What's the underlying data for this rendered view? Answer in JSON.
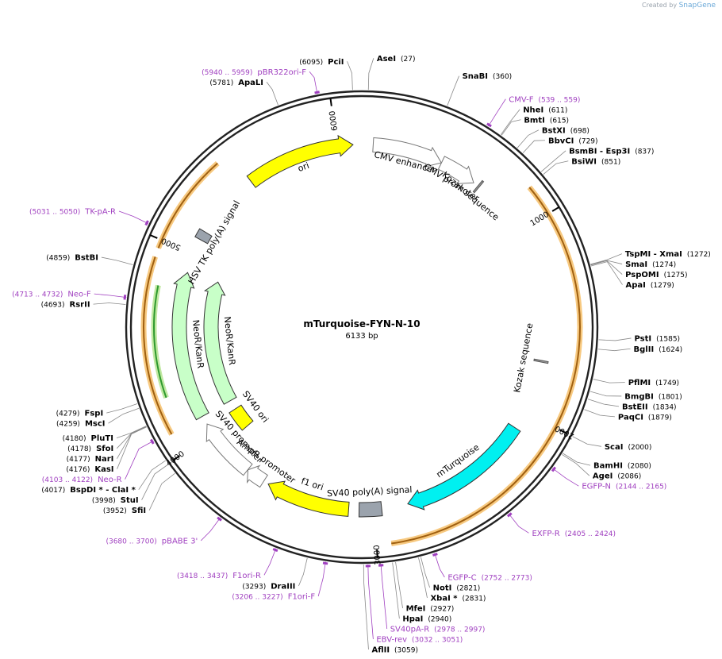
{
  "credit": {
    "prefix": "Created by",
    "brand": "SnapGene"
  },
  "plasmid": {
    "name": "mTurquoise-FYN-N-10",
    "size_label": "6133 bp",
    "length": 6133
  },
  "ticks": [
    {
      "pos": 1000,
      "label": "1000"
    },
    {
      "pos": 2000,
      "label": "2000"
    },
    {
      "pos": 3000,
      "label": "3000"
    },
    {
      "pos": 4000,
      "label": "4000"
    },
    {
      "pos": 5000,
      "label": "5000"
    },
    {
      "pos": 6000,
      "label": "6000"
    }
  ],
  "features": [
    {
      "name": "CMV enhancer",
      "label": "CMV enhancer",
      "start": 61,
      "end": 440,
      "ring": "inner",
      "color": "#ffffff",
      "stroke": "#777777",
      "arrow": true
    },
    {
      "name": "CMV promoter",
      "label": "CMV promoter",
      "start": 441,
      "end": 644,
      "ring": "inner",
      "color": "#ffffff",
      "stroke": "#777777",
      "arrow": true
    },
    {
      "name": "Kozak sequence top",
      "label": "Kozak sequence",
      "start": 672,
      "end": 681,
      "ring": "inner",
      "color": "#999999",
      "stroke": "#555555",
      "arrow": false
    },
    {
      "name": "Kozak sequence mid",
      "label": "Kozak sequence",
      "start": 1712,
      "end": 1721,
      "ring": "inner",
      "color": "#999999",
      "stroke": "#555555",
      "arrow": false
    },
    {
      "name": "mTurquoise",
      "label": "mTurquoise",
      "start": 2100,
      "end": 2818,
      "ring": "inner",
      "color": "#00f0f0",
      "stroke": "#333333",
      "arrow": true
    },
    {
      "name": "SV40 polyA signal",
      "label": "SV40 poly(A) signal",
      "start": 2960,
      "end": 3081,
      "ring": "inner",
      "color": "#9ba3ad",
      "stroke": "#333333",
      "arrow": false
    },
    {
      "name": "f1 ori",
      "label": "f1 ori",
      "start": 3137,
      "end": 3592,
      "ring": "inner",
      "color": "#ffff00",
      "stroke": "#333333",
      "arrow": true
    },
    {
      "name": "AmpR promoter",
      "label": "AmpR promoter",
      "start": 3620,
      "end": 3724,
      "ring": "inner",
      "color": "#ffffff",
      "stroke": "#777777",
      "arrow": true
    },
    {
      "name": "SV40 promoter",
      "label": "SV40 promoter",
      "start": 3725,
      "end": 4054,
      "ring": "inner",
      "color": "#ffffff",
      "stroke": "#777777",
      "arrow": true
    },
    {
      "name": "SV40 ori",
      "label": "SV40 ori",
      "start": 3905,
      "end": 4040,
      "ring": "mid",
      "color": "#ffff00",
      "stroke": "#333333",
      "arrow": false
    },
    {
      "name": "NeoR/KanR inner",
      "label": "NeoR/KanR",
      "start": 4102,
      "end": 4896,
      "ring": "mid",
      "color": "#c8ffc8",
      "stroke": "#333333",
      "arrow": true
    },
    {
      "name": "NeoR/KanR outer",
      "label": "NeoR/KanR",
      "start": 4102,
      "end": 4896,
      "ring": "inner",
      "color": "#c8ffc8",
      "stroke": "#333333",
      "arrow": true
    },
    {
      "name": "HSV TK polyA signal",
      "label": "HSV TK poly(A) signal",
      "start": 5084,
      "end": 5132,
      "ring": "inner",
      "color": "#9ba3ad",
      "stroke": "#333333",
      "arrow": false
    },
    {
      "name": "ori",
      "label": "ori",
      "start": 5498,
      "end": 6086,
      "ring": "inner",
      "color": "#ffff00",
      "stroke": "#333333",
      "arrow": true
    }
  ],
  "orfs": [
    {
      "name": "orf-right",
      "start": 855,
      "end": 2934,
      "color": "#a06010",
      "glow": "#f7c980"
    },
    {
      "name": "orf-left",
      "start": 4099,
      "end": 4920,
      "color": "#a06010",
      "glow": "#f7c980"
    },
    {
      "name": "orf-left-outer",
      "start": 4961,
      "end": 5428,
      "color": "#a06010",
      "glow": "#f7c980"
    },
    {
      "name": "orf-green",
      "start": 4262,
      "end": 4797,
      "color": "#2f9a2f",
      "glow": "#bfe8a0"
    }
  ],
  "sites": [
    {
      "name": "PciI",
      "coord": "(6095)",
      "pos": 6095,
      "type": "enzyme"
    },
    {
      "name": "AseI",
      "coord": "(27)",
      "pos": 27,
      "type": "enzyme"
    },
    {
      "name": "SnaBI",
      "coord": "(360)",
      "pos": 360,
      "type": "enzyme"
    },
    {
      "name": "CMV-F",
      "coord": "(539 .. 559)",
      "pos": 549,
      "type": "primer"
    },
    {
      "name": "NheI",
      "coord": "(611)",
      "pos": 611,
      "type": "enzyme"
    },
    {
      "name": "BmtI",
      "coord": "(615)",
      "pos": 615,
      "type": "enzyme"
    },
    {
      "name": "BstXI",
      "coord": "(698)",
      "pos": 698,
      "type": "enzyme"
    },
    {
      "name": "BbvCI",
      "coord": "(729)",
      "pos": 729,
      "type": "enzyme"
    },
    {
      "name": "BsmBI - Esp3I",
      "coord": "(837)",
      "pos": 837,
      "type": "enzyme"
    },
    {
      "name": "BsiWI",
      "coord": "(851)",
      "pos": 851,
      "type": "enzyme"
    },
    {
      "name": "TspMI - XmaI",
      "coord": "(1272)",
      "pos": 1272,
      "type": "enzyme"
    },
    {
      "name": "SmaI",
      "coord": "(1274)",
      "pos": 1274,
      "type": "enzyme"
    },
    {
      "name": "PspOMI",
      "coord": "(1275)",
      "pos": 1275,
      "type": "enzyme"
    },
    {
      "name": "ApaI",
      "coord": "(1279)",
      "pos": 1279,
      "type": "enzyme"
    },
    {
      "name": "PstI",
      "coord": "(1585)",
      "pos": 1585,
      "type": "enzyme"
    },
    {
      "name": "BglII",
      "coord": "(1624)",
      "pos": 1624,
      "type": "enzyme"
    },
    {
      "name": "PflMI",
      "coord": "(1749)",
      "pos": 1749,
      "type": "enzyme"
    },
    {
      "name": "BmgBI",
      "coord": "(1801)",
      "pos": 1801,
      "type": "enzyme"
    },
    {
      "name": "BstEII",
      "coord": "(1834)",
      "pos": 1834,
      "type": "enzyme"
    },
    {
      "name": "PaqCI",
      "coord": "(1879)",
      "pos": 1879,
      "type": "enzyme"
    },
    {
      "name": "ScaI",
      "coord": "(2000)",
      "pos": 2000,
      "type": "enzyme"
    },
    {
      "name": "BamHI",
      "coord": "(2080)",
      "pos": 2080,
      "type": "enzyme"
    },
    {
      "name": "AgeI",
      "coord": "(2086)",
      "pos": 2086,
      "type": "enzyme"
    },
    {
      "name": "EGFP-N",
      "coord": "(2144 .. 2165)",
      "pos": 2155,
      "type": "primer"
    },
    {
      "name": "EXFP-R",
      "coord": "(2405 .. 2424)",
      "pos": 2415,
      "type": "primer"
    },
    {
      "name": "EGFP-C",
      "coord": "(2752 .. 2773)",
      "pos": 2762,
      "type": "primer"
    },
    {
      "name": "NotI",
      "coord": "(2821)",
      "pos": 2821,
      "type": "enzyme"
    },
    {
      "name": "XbaI *",
      "coord": "(2831)",
      "pos": 2831,
      "type": "enzyme"
    },
    {
      "name": "MfeI",
      "coord": "(2927)",
      "pos": 2927,
      "type": "enzyme"
    },
    {
      "name": "HpaI",
      "coord": "(2940)",
      "pos": 2940,
      "type": "enzyme"
    },
    {
      "name": "SV40pA-R",
      "coord": "(2978 .. 2997)",
      "pos": 2988,
      "type": "primer"
    },
    {
      "name": "EBV-rev",
      "coord": "(3032 .. 3051)",
      "pos": 3041,
      "type": "primer"
    },
    {
      "name": "AflII",
      "coord": "(3059)",
      "pos": 3059,
      "type": "enzyme"
    },
    {
      "name": "F1ori-F",
      "coord": "(3206 .. 3227)",
      "pos": 3216,
      "type": "primer"
    },
    {
      "name": "DraIII",
      "coord": "(3293)",
      "pos": 3293,
      "type": "enzyme"
    },
    {
      "name": "F1ori-R",
      "coord": "(3418 .. 3437)",
      "pos": 3428,
      "type": "primer"
    },
    {
      "name": "pBABE 3'",
      "coord": "(3680 .. 3700)",
      "pos": 3690,
      "type": "primer"
    },
    {
      "name": "SfiI",
      "coord": "(3952)",
      "pos": 3952,
      "type": "enzyme"
    },
    {
      "name": "StuI",
      "coord": "(3998)",
      "pos": 3998,
      "type": "enzyme"
    },
    {
      "name": "BspDI * - ClaI *",
      "coord": "(4017)",
      "pos": 4017,
      "type": "enzyme"
    },
    {
      "name": "Neo-R",
      "coord": "(4103 .. 4122)",
      "pos": 4112,
      "type": "primer"
    },
    {
      "name": "KasI",
      "coord": "(4176)",
      "pos": 4176,
      "type": "enzyme"
    },
    {
      "name": "NarI",
      "coord": "(4177)",
      "pos": 4177,
      "type": "enzyme"
    },
    {
      "name": "SfoI",
      "coord": "(4178)",
      "pos": 4178,
      "type": "enzyme"
    },
    {
      "name": "PluTI",
      "coord": "(4180)",
      "pos": 4180,
      "type": "enzyme"
    },
    {
      "name": "MscI",
      "coord": "(4259)",
      "pos": 4259,
      "type": "enzyme"
    },
    {
      "name": "FspI",
      "coord": "(4279)",
      "pos": 4279,
      "type": "enzyme"
    },
    {
      "name": "RsrII",
      "coord": "(4693)",
      "pos": 4693,
      "type": "enzyme"
    },
    {
      "name": "Neo-F",
      "coord": "(4713 .. 4732)",
      "pos": 4722,
      "type": "primer"
    },
    {
      "name": "BstBI",
      "coord": "(4859)",
      "pos": 4859,
      "type": "enzyme"
    },
    {
      "name": "TK-pA-R",
      "coord": "(5031 .. 5050)",
      "pos": 5040,
      "type": "primer"
    },
    {
      "name": "ApaLI",
      "coord": "(5781)",
      "pos": 5781,
      "type": "enzyme"
    },
    {
      "name": "pBR322ori-F",
      "coord": "(5940 .. 5959)",
      "pos": 5949,
      "type": "primer"
    }
  ]
}
